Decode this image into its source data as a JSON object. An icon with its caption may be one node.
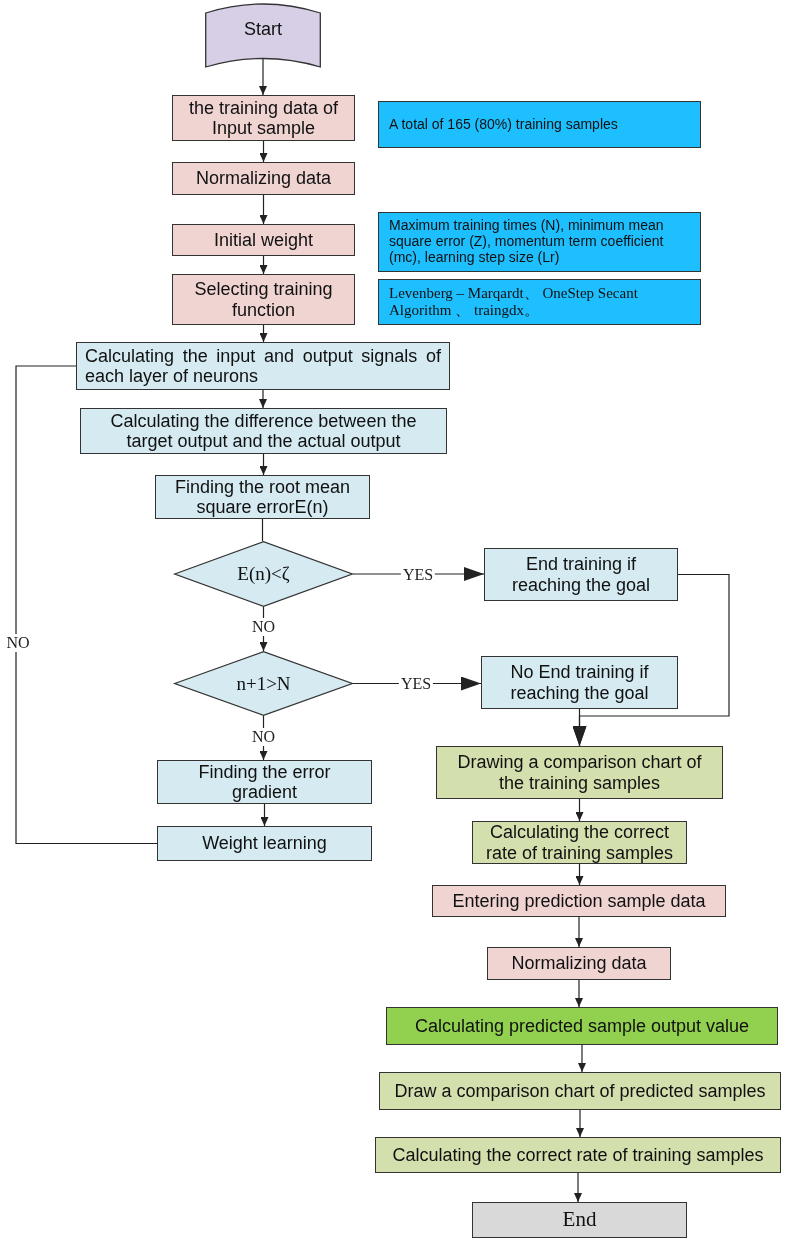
{
  "diagram": {
    "nodes": [
      {
        "text": [
          "Start"
        ]
      },
      {
        "text": [
          "the training data of Input sample"
        ]
      },
      {
        "text": [
          "A total of 165 (80%) training samples"
        ]
      },
      {
        "text": [
          "Normalizing data"
        ]
      },
      {
        "text": [
          "Initial weight"
        ]
      },
      {
        "text": [
          "Maximum training times (N), minimum mean square error (Z), momentum term coefficient (mc), learning step size (Lr)"
        ]
      },
      {
        "text": [
          "Selecting training function"
        ]
      },
      {
        "text": [
          "Levenberg – Marqardt、 OneStep Secant Algorithm 、 traingdx。"
        ]
      },
      {
        "text": [
          "Calculating the input and output signals of each layer of neurons"
        ]
      },
      {
        "text": [
          "Calculating the difference between the target output and the actual output"
        ]
      },
      {
        "text": [
          "Finding the root mean square errorE(n)"
        ]
      },
      {
        "text": [
          "E(n)<ζ"
        ]
      },
      {
        "text": [
          "End training if reaching the goal"
        ]
      },
      {
        "text": [
          "n+1>N"
        ]
      },
      {
        "text": [
          "No End training if reaching the goal"
        ]
      },
      {
        "text": [
          "Finding the error gradient"
        ]
      },
      {
        "text": [
          "Weight learning"
        ]
      },
      {
        "text": [
          "Drawing a comparison chart of the training samples"
        ]
      },
      {
        "text": [
          "Calculating the correct rate of training samples"
        ]
      },
      {
        "text": [
          "Entering prediction sample data"
        ]
      },
      {
        "text": [
          "Normalizing data"
        ]
      },
      {
        "text": [
          "Calculating predicted sample output value"
        ]
      },
      {
        "text": [
          "Draw a comparison chart of predicted samples"
        ]
      },
      {
        "text": [
          "Calculating the correct rate of training samples"
        ]
      },
      {
        "text": [
          "End"
        ]
      }
    ],
    "edges": [
      {
        "from": 0,
        "to": 1,
        "arrow": "to"
      },
      {
        "from": 1,
        "to": 3,
        "arrow": "to"
      },
      {
        "from": 3,
        "to": 4,
        "arrow": "to"
      },
      {
        "from": 4,
        "to": 6,
        "arrow": "to"
      },
      {
        "from": 6,
        "to": 8,
        "arrow": "to"
      },
      {
        "from": 8,
        "to": 9,
        "arrow": "to"
      },
      {
        "from": 9,
        "to": 10,
        "arrow": "to"
      },
      {
        "from": 10,
        "to": 11,
        "arrow": "none"
      },
      {
        "from": 11,
        "to": 12,
        "arrow": "to",
        "label": "YES"
      },
      {
        "from": 11,
        "to": 13,
        "arrow": "to",
        "label": "NO"
      },
      {
        "from": 13,
        "to": 14,
        "arrow": "to",
        "label": "YES"
      },
      {
        "from": 13,
        "to": 15,
        "arrow": "to",
        "label": "NO"
      },
      {
        "from": 15,
        "to": 16,
        "arrow": "to"
      },
      {
        "from": 16,
        "to": 8,
        "arrow": "none",
        "label": "NO"
      },
      {
        "from": 12,
        "to": 17,
        "arrow": "to"
      },
      {
        "from": 14,
        "to": 17,
        "arrow": "to"
      },
      {
        "from": 17,
        "to": 18,
        "arrow": "to"
      },
      {
        "from": 18,
        "to": 19,
        "arrow": "to"
      },
      {
        "from": 19,
        "to": 20,
        "arrow": "to"
      },
      {
        "from": 20,
        "to": 21,
        "arrow": "to"
      },
      {
        "from": 21,
        "to": 22,
        "arrow": "to"
      },
      {
        "from": 22,
        "to": 23,
        "arrow": "to"
      },
      {
        "from": 23,
        "to": 24,
        "arrow": "to"
      }
    ]
  }
}
